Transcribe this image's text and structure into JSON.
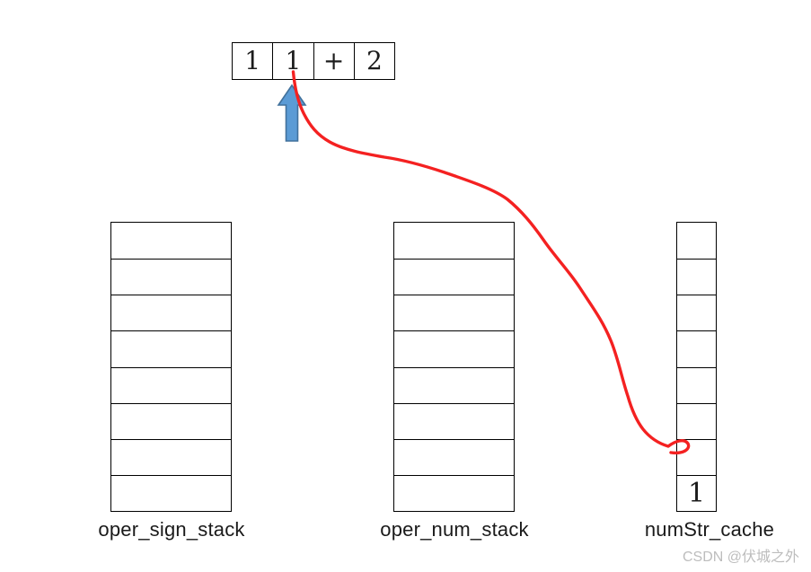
{
  "expression_array": {
    "cells": [
      "1",
      "1",
      "+",
      "2"
    ],
    "pointed_cell_index": 1
  },
  "stacks": [
    {
      "label": "oper_sign_stack",
      "cells": [
        "",
        "",
        "",
        "",
        "",
        "",
        "",
        ""
      ]
    },
    {
      "label": "oper_num_stack",
      "cells": [
        "",
        "",
        "",
        "",
        "",
        "",
        "",
        ""
      ]
    },
    {
      "label": "numStr_cache",
      "cells": [
        "",
        "",
        "",
        "",
        "",
        "",
        "",
        "1"
      ]
    }
  ],
  "annotations": {
    "pointer_icon": "blue-up-arrow",
    "trace_icon": "red-curved-arrow"
  },
  "watermark": "CSDN @伏城之外",
  "colors": {
    "stack_border": "#000000",
    "arrow_fill": "#5b9bd5",
    "arrow_stroke": "#41719c",
    "curve": "#f42121",
    "label_text": "#1a1a1a",
    "watermark_text": "#bdbdbd"
  }
}
